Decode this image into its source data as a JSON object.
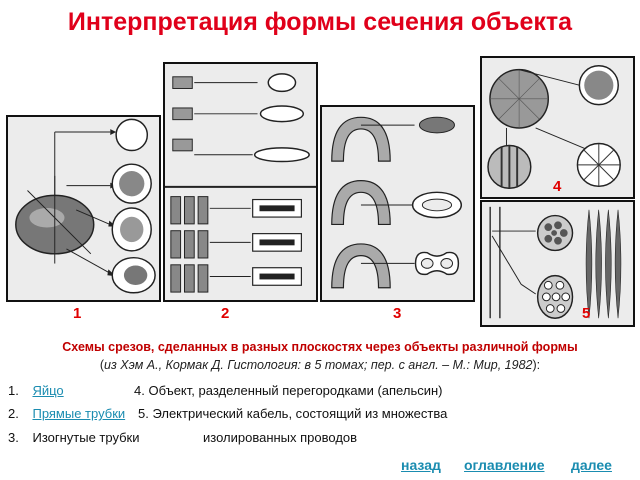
{
  "title": "Интерпретация формы сечения объекта",
  "panels": {
    "labels": [
      "1",
      "2",
      "3",
      "4",
      "5"
    ]
  },
  "caption": "Схемы срезов, сделанных в разных плоскостях через объекты различной формы",
  "source": {
    "open": "(",
    "italic": "из Хэм А., Кормак Д. Гистология: в 5 томах; пер. с англ. – М.: Мир, 1982",
    "close": "):"
  },
  "list": {
    "items": [
      {
        "num": "1.",
        "text": "Яйцо",
        "link": true
      },
      {
        "num": "2.",
        "text": "Прямые трубки",
        "link": true
      },
      {
        "num": "3.",
        "text": "Изогнутые трубки",
        "link": false
      }
    ],
    "item4": "4. Объект, разделенный перегородками (апельсин)",
    "item5": "5. Электрический кабель, состоящий из множества",
    "item5_cont": "изолированных проводов"
  },
  "nav": {
    "back": "назад",
    "contents": "оглавление",
    "next": "далее"
  },
  "colors": {
    "title": "#e0001a",
    "link": "#1a8cb0",
    "label": "#e00000"
  }
}
